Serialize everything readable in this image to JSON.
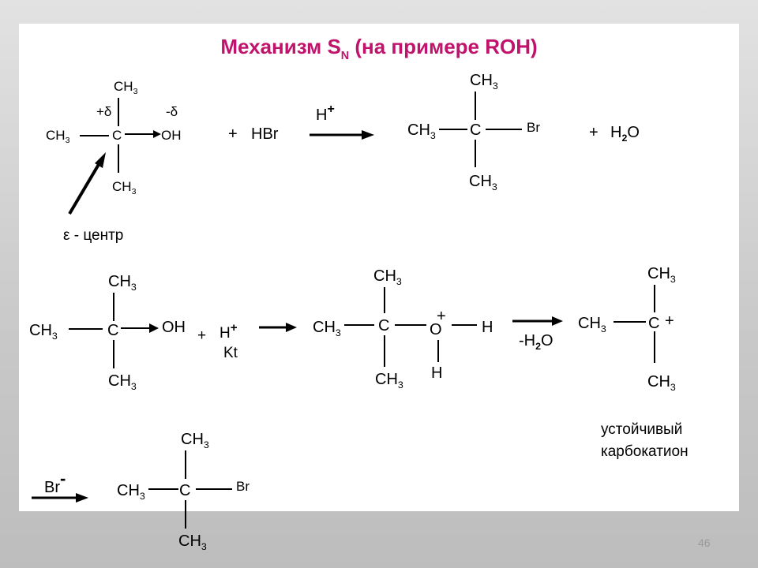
{
  "title": {
    "main": "Механизм S",
    "sub": "N",
    "rest": " (на примере ROH)"
  },
  "labels": {
    "ch": "CH",
    "three": "3",
    "c": "C",
    "oh": "OH",
    "o": "O",
    "h": "H",
    "br": "Br",
    "hbr": "HBr",
    "plus": "+",
    "minus": "-",
    "plus_delta": "+δ",
    "minus_delta": "-δ",
    "h2o_h": "H",
    "two": "2",
    "h2o_o": "O",
    "minus_h": "-H",
    "kt": "Kt",
    "epsilon_center": "ε - центр"
  },
  "caption": {
    "line1": "устойчивый",
    "line2": "карбокатион"
  },
  "page_number": "46",
  "colors": {
    "title": "#c0136b",
    "panel": "#ffffff",
    "ink": "#000000",
    "page_number": "#9a9a9a"
  }
}
